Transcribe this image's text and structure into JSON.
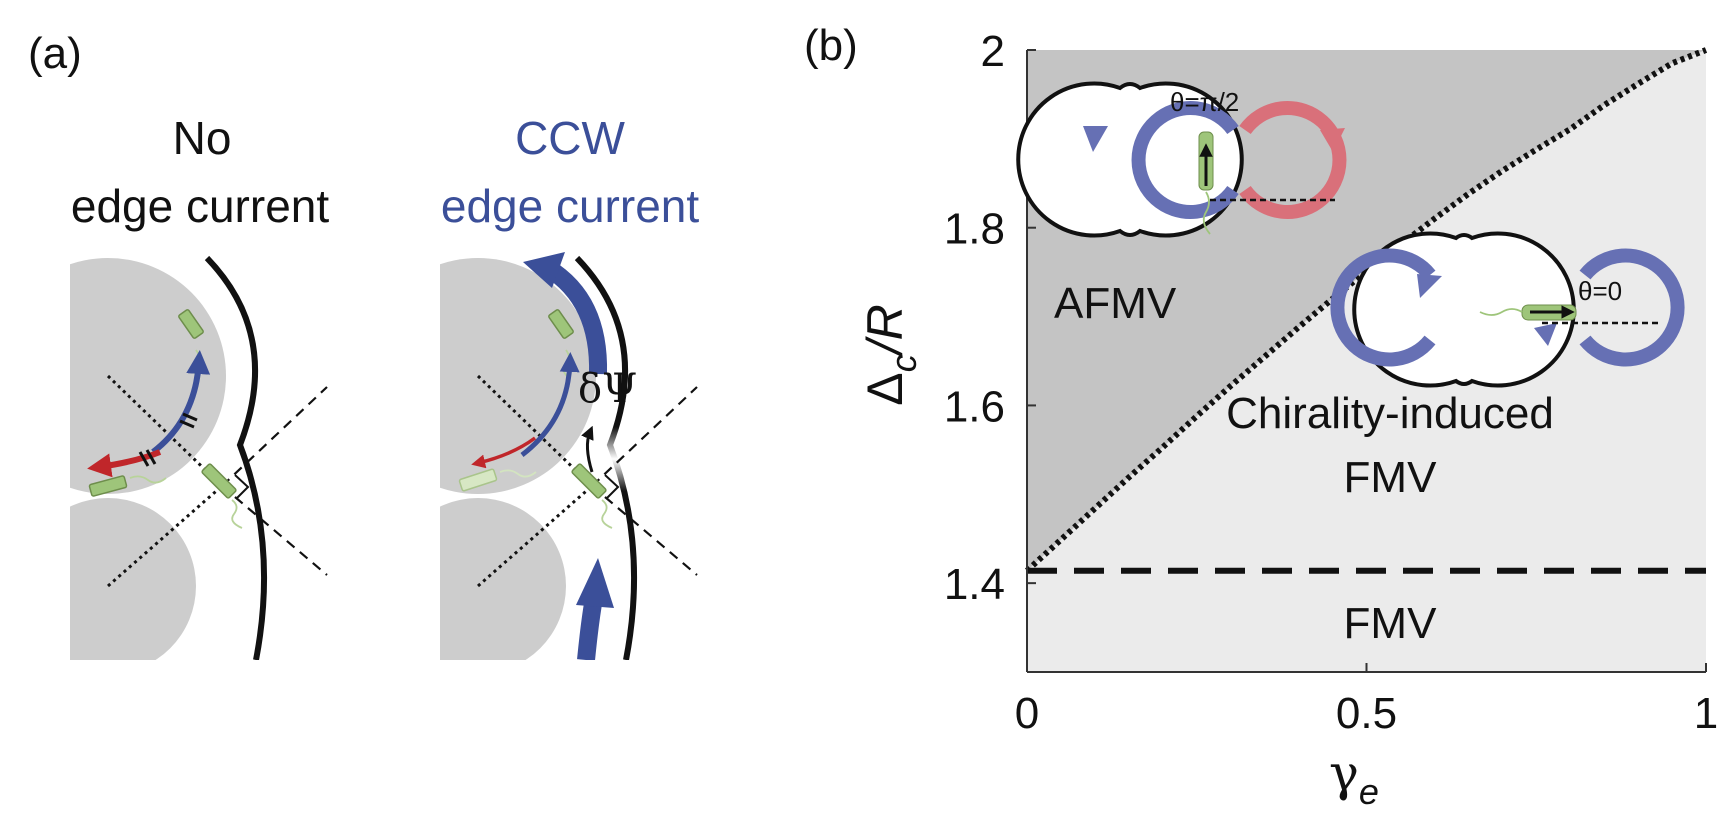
{
  "panels": {
    "a": {
      "label": "(a)",
      "left_title": [
        "No",
        "edge current"
      ],
      "right_title": [
        "CCW",
        "edge current"
      ],
      "delta_psi": "δΨ",
      "colors": {
        "ccw": "#3B4F99",
        "red": "#C0262A",
        "bacteria": "#9EC57A",
        "disk": "#CDCDCD"
      }
    },
    "b": {
      "label": "(b)",
      "region_labels": {
        "afmv": "AFMV",
        "chiral_line1": "Chirality-induced",
        "chiral_line2": "FMV",
        "fmv": "FMV"
      },
      "inset_labels": {
        "afmv": "θ=π/2",
        "fmv": "θ=0"
      },
      "colors": {
        "afmv_region": "#C4C4C4",
        "fmv_region": "#EBEBEB",
        "inset_blue": "#6670B4",
        "inset_red": "#D9707A"
      }
    }
  },
  "chart_data": {
    "type": "area",
    "xlabel": "γ",
    "xlabel_sub": "e",
    "ylabel": "Δ",
    "ylabel_sub": "c",
    "ylabel_suffix": "/R",
    "xlim": [
      0,
      1
    ],
    "ylim": [
      1.3,
      2.0
    ],
    "x_ticks": [
      0,
      0.5,
      1
    ],
    "x_tick_labels": [
      "0",
      "0.5",
      "1"
    ],
    "y_ticks": [
      1.4,
      1.6,
      1.8,
      2.0
    ],
    "y_tick_labels": [
      "1.4",
      "1.6",
      "1.8",
      "2"
    ],
    "grid": false,
    "series": [
      {
        "style": "dotted",
        "x": [
          0,
          0.05,
          0.1,
          0.15,
          0.2,
          0.25,
          0.3,
          0.35,
          0.4,
          0.45,
          0.5,
          0.55,
          0.6,
          0.65,
          0.7,
          0.75,
          0.8,
          0.85,
          0.9,
          0.95,
          1.0
        ],
        "y": [
          1.414,
          1.449,
          1.484,
          1.519,
          1.553,
          1.588,
          1.622,
          1.655,
          1.688,
          1.72,
          1.751,
          1.781,
          1.81,
          1.838,
          1.864,
          1.888,
          1.911,
          1.938,
          1.962,
          1.985,
          2.0
        ]
      },
      {
        "style": "dashed",
        "x": [
          0,
          1
        ],
        "y": [
          1.414,
          1.414
        ]
      }
    ]
  }
}
